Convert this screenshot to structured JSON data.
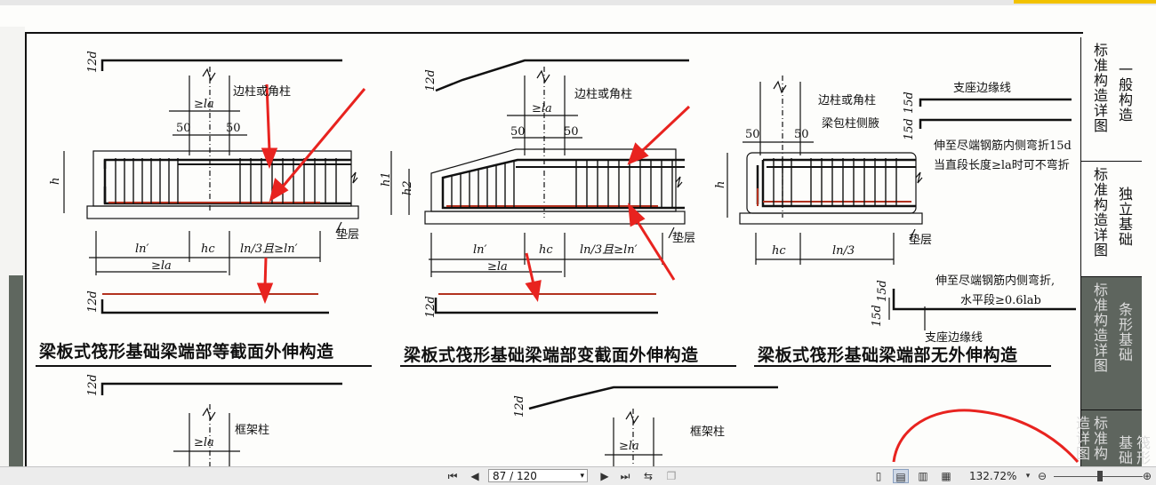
{
  "right_tabs": [
    {
      "left": "标准构造详图",
      "right": "一般构造"
    },
    {
      "left": "标准构造详图",
      "right": "独立基础"
    },
    {
      "left": "标准构造详图",
      "right": "条形基础"
    },
    {
      "left": "标准构造详图",
      "right": "筏形基础"
    }
  ],
  "captions": {
    "d1": "梁板式筏形基础梁端部等截面外伸构造",
    "d2": "梁板式筏形基础梁端部变截面外伸构造",
    "d3": "梁板式筏形基础梁端部无外伸构造"
  },
  "labels": {
    "d12": "12d",
    "d15": "15d",
    "edge_corner_col": "边柱或角柱",
    "frame_col": "框架柱",
    "beam_wrap": "梁包柱侧腋",
    "support_edge": "支座边缘线",
    "note1_a": "伸至尽端钢筋内侧弯折15d",
    "note1_b": "当直段长度≥la时可不弯折",
    "note2_a": "伸至尽端钢筋内侧弯折,",
    "note2_b": "水平段≥0.6lab",
    "cushion": "垫层",
    "h": "h",
    "h1": "h1",
    "h2": "h2",
    "la": "≥la",
    "ln_p": "ln′",
    "hc": "hc",
    "ln3_la": "ln/3且≥ln′",
    "ln3": "ln/3",
    "n50": "50"
  },
  "statusbar": {
    "page_value": "87 / 120",
    "zoom": "132.72%",
    "first_icon": "first-page-icon",
    "prev_icon": "prev-page-icon",
    "next_icon": "next-page-icon",
    "last_icon": "last-page-icon"
  },
  "colors": {
    "annotation_red": "#e8231f",
    "rebar_red": "#b2321f",
    "tab_grey": "#5e655e"
  }
}
